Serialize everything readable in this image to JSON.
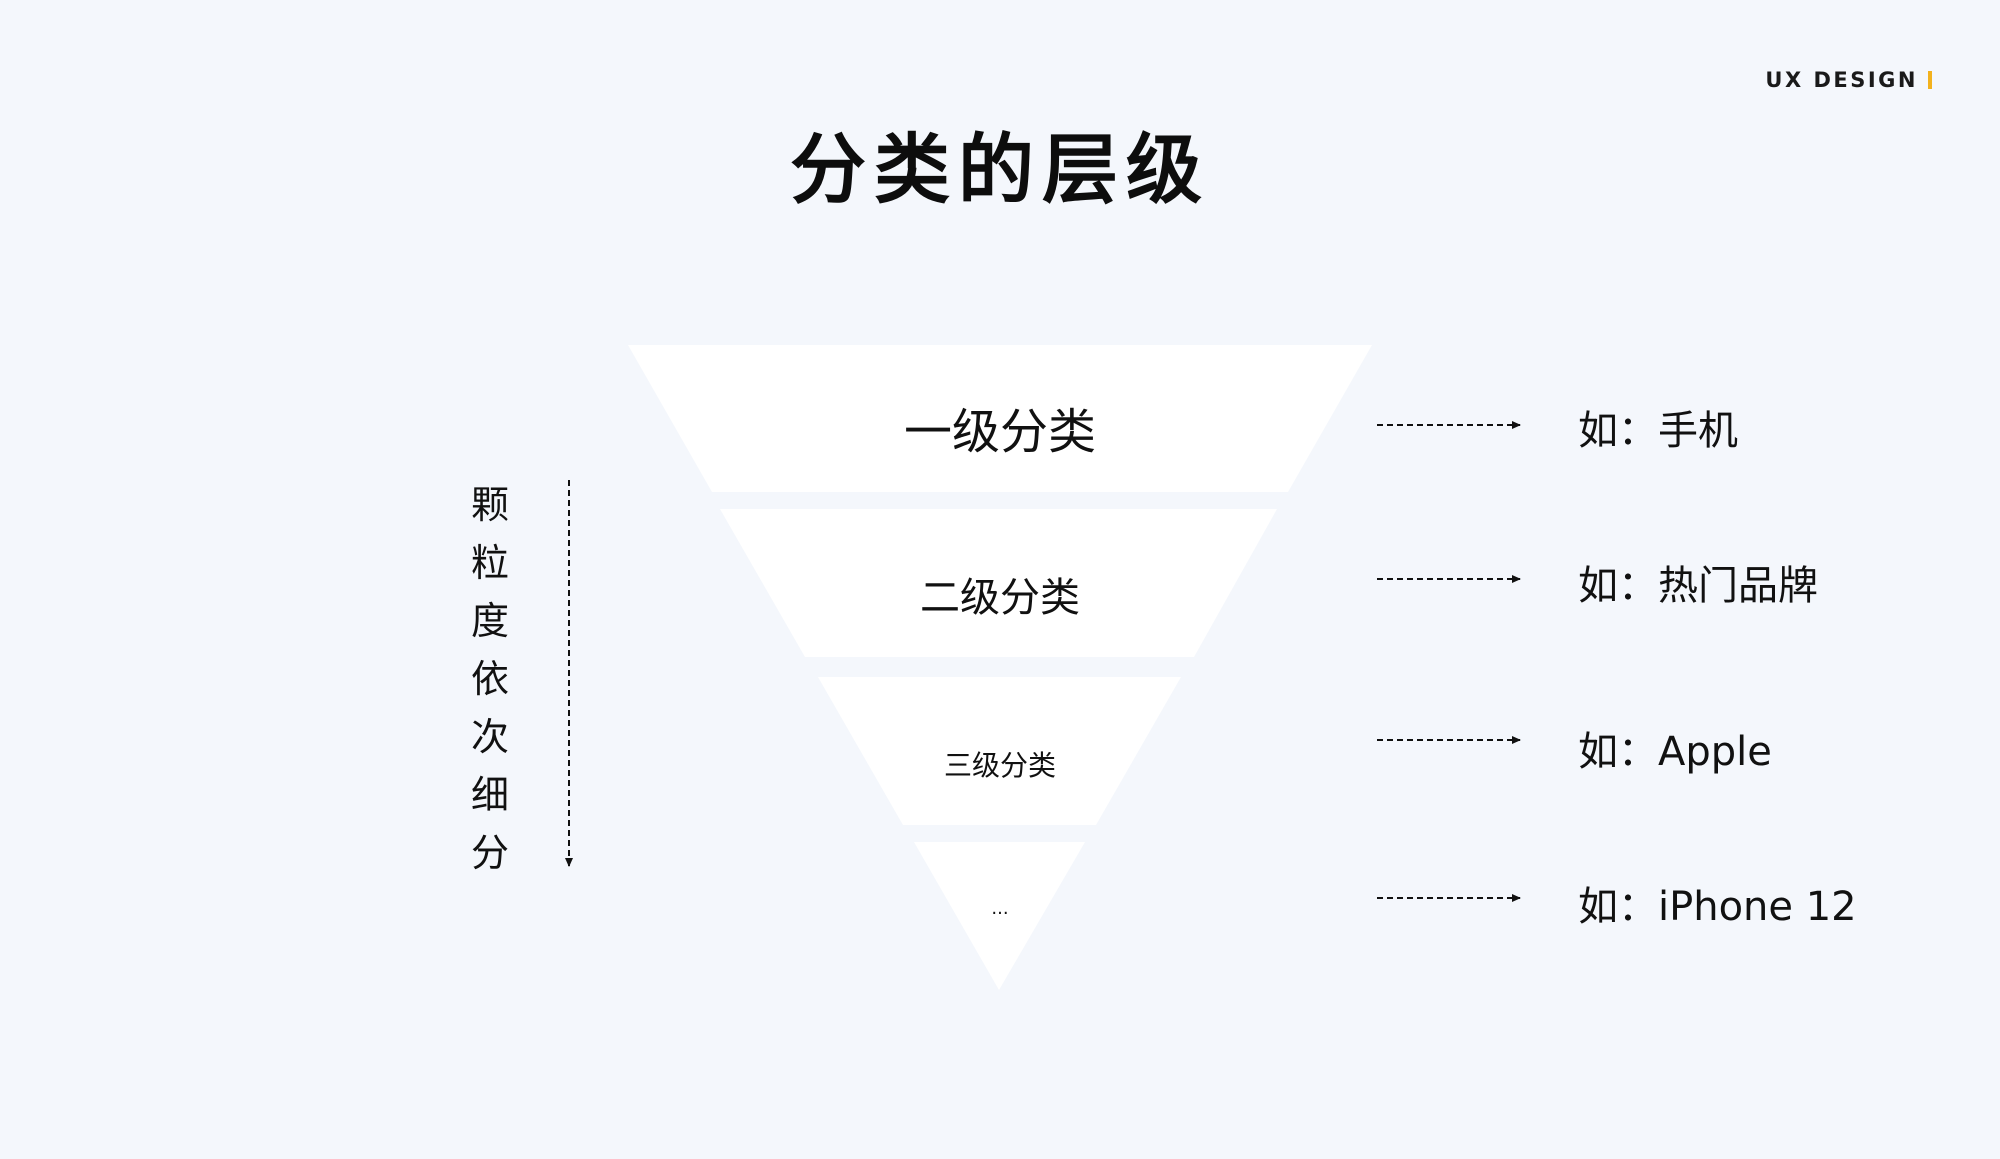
{
  "brand": {
    "text": "UX DESIGN",
    "accent_color": "#f3b21e"
  },
  "title": "分类的层级",
  "levels": [
    {
      "label": "一级分类",
      "example": "如：手机"
    },
    {
      "label": "二级分类",
      "example": "如：热门品牌"
    },
    {
      "label": "三级分类",
      "example": "如：Apple"
    },
    {
      "label": "...",
      "example": "如：iPhone 12"
    }
  ],
  "side_note": [
    "颗",
    "粒",
    "度",
    "依",
    "次",
    "细",
    "分"
  ],
  "colors": {
    "background": "#f4f7fc",
    "funnel": "#ffffff",
    "text": "#111111"
  }
}
